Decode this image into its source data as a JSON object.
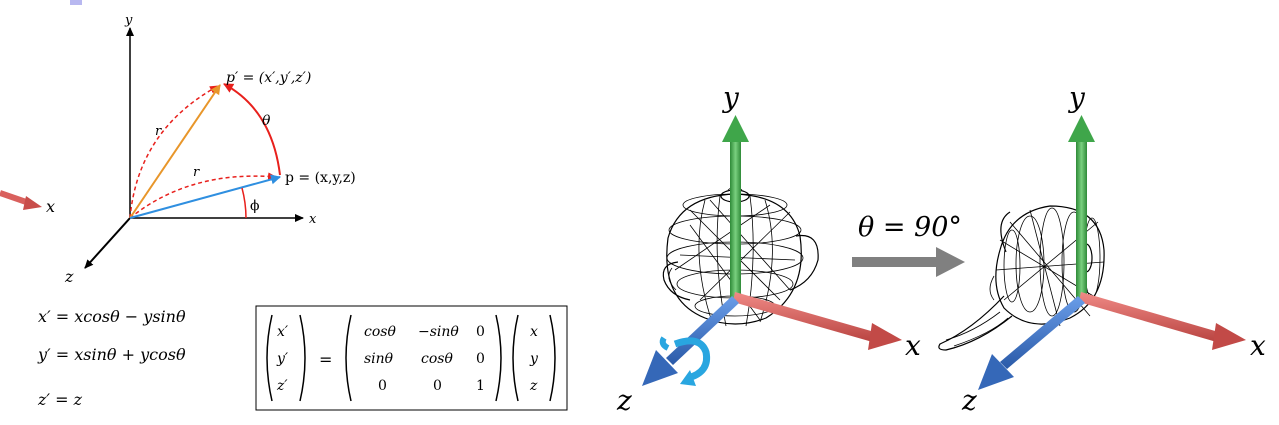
{
  "left_diagram": {
    "partial_axis_label": "x",
    "y_label": "y",
    "x_label": "x",
    "z_label": "z",
    "p_prime_label": "p′ = (x′,y′,z′)",
    "p_label": "p = (x,y,z)",
    "r_label_upper": "r",
    "r_label_lower": "r",
    "theta_label": "θ",
    "phi_label": "ϕ"
  },
  "equations": {
    "line1": "x′ = xcosθ − ysinθ",
    "line2": "y′ = xsinθ + ycosθ",
    "line3": "z′ = z"
  },
  "matrix": {
    "lhs": [
      "x′",
      "y′",
      "z′"
    ],
    "equals": "=",
    "rows": [
      [
        "cosθ",
        "−sinθ",
        "0"
      ],
      [
        "sinθ",
        "cosθ",
        "0"
      ],
      [
        "0",
        "0",
        "1"
      ]
    ],
    "rhs": [
      "x",
      "y",
      "z"
    ]
  },
  "teapot_before": {
    "y_label": "y",
    "x_label": "x",
    "z_label": "z"
  },
  "rotation_label": "θ = 90°",
  "teapot_after": {
    "y_label": "y",
    "x_label": "x",
    "z_label": "z"
  },
  "colors": {
    "x_axis": "#d9605d",
    "y_axis": "#3fa64a",
    "z_axis": "#3a72c8",
    "orange_vector": "#e8962a",
    "blue_vector": "#2f8fe0",
    "red_arc": "#e8201c",
    "rotation_arrow": "#808080",
    "rotate_icon": "#29a6e0",
    "corner_mark": "#b8b8f0"
  }
}
